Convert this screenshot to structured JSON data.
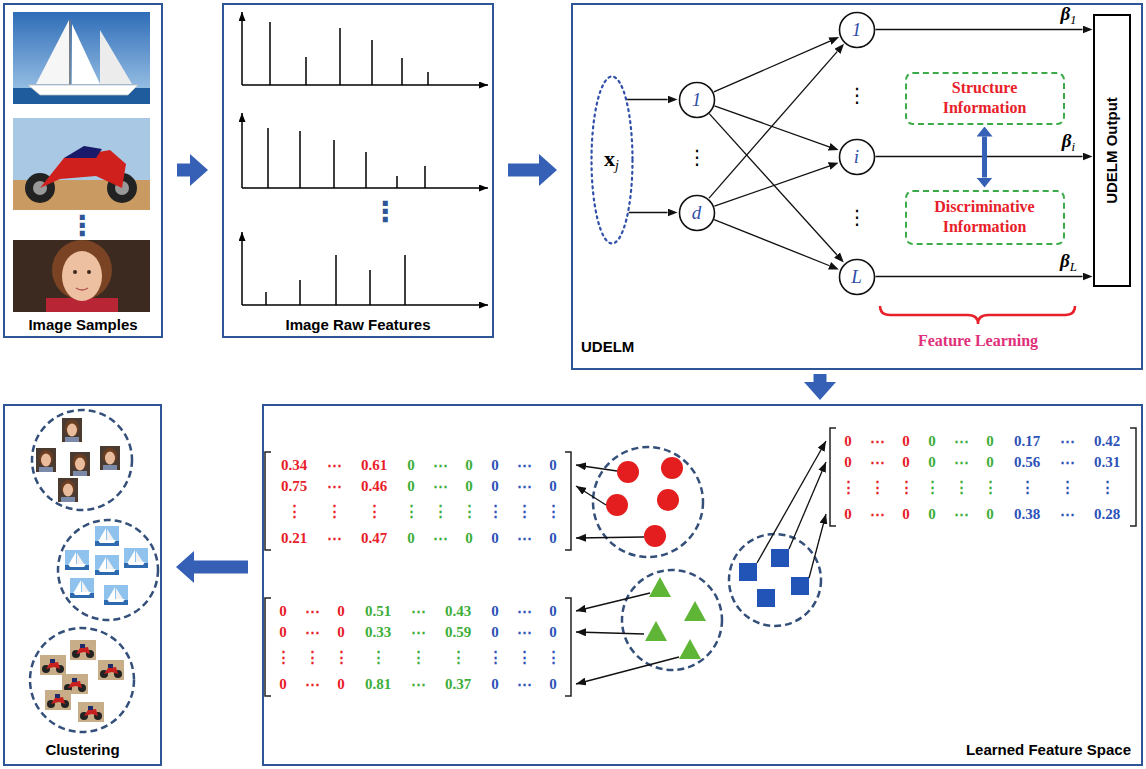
{
  "diagram": {
    "nodes": [
      {
        "text": [
          "Image Samples"
        ]
      },
      {
        "text": [
          "Image Raw Features"
        ]
      },
      {
        "text": [
          "UDELM"
        ]
      },
      {
        "text": [
          "xj"
        ],
        "in": 2
      },
      {
        "text": [
          "1"
        ],
        "in": 2
      },
      {
        "text": [
          "d"
        ],
        "in": 2
      },
      {
        "text": [
          "1"
        ],
        "in": 2
      },
      {
        "text": [
          "Structure Information"
        ],
        "in": 2
      },
      {
        "text": [
          "i"
        ],
        "in": 2
      },
      {
        "text": [
          "Discriminative Information"
        ],
        "in": 2
      },
      {
        "text": [
          "L"
        ],
        "in": 2
      },
      {
        "text": [
          "UDELM Output"
        ],
        "in": 2
      },
      {
        "text": [
          "Clustering"
        ]
      },
      {
        "text": [
          "Learned Feature Space"
        ]
      }
    ],
    "edges": [
      {
        "from": 0,
        "to": 1,
        "arrow": "to"
      },
      {
        "from": 1,
        "to": 2,
        "arrow": "to"
      },
      {
        "from": 2,
        "to": 13,
        "arrow": "to"
      },
      {
        "from": 13,
        "to": 12,
        "arrow": "to"
      },
      {
        "from": 3,
        "to": 4,
        "arrow": "to"
      },
      {
        "from": 3,
        "to": 5,
        "arrow": "to"
      },
      {
        "from": 4,
        "to": 6,
        "arrow": "to"
      },
      {
        "from": 4,
        "to": 8,
        "arrow": "to"
      },
      {
        "from": 4,
        "to": 10,
        "arrow": "to"
      },
      {
        "from": 5,
        "to": 6,
        "arrow": "to"
      },
      {
        "from": 5,
        "to": 8,
        "arrow": "to"
      },
      {
        "from": 5,
        "to": 10,
        "arrow": "to"
      },
      {
        "from": 6,
        "to": 11,
        "arrow": "to",
        "label": "β1"
      },
      {
        "from": 8,
        "to": 11,
        "arrow": "to",
        "label": "βi"
      },
      {
        "from": 10,
        "to": 11,
        "arrow": "to",
        "label": "βL"
      },
      {
        "from": 7,
        "to": 9,
        "arrow": "both"
      }
    ],
    "labels": [
      "Feature Learning",
      "⋮",
      "⋮",
      "⋮",
      "⋮",
      "⋮",
      "0.34",
      "⋯",
      "0.61",
      "0",
      "⋯",
      "0",
      "0",
      "⋯",
      "0",
      "0.75",
      "⋯",
      "0.46",
      "0",
      "⋯",
      "0",
      "0",
      "⋯",
      "0",
      "⋮",
      "⋮",
      "⋮",
      "⋮",
      "⋮",
      "⋮",
      "⋮",
      "⋮",
      "⋮",
      "0.21",
      "⋯",
      "0.47",
      "0",
      "⋯",
      "0",
      "0",
      "⋯",
      "0",
      "0",
      "⋯",
      "0",
      "0",
      "⋯",
      "0",
      "0.17",
      "⋯",
      "0.42",
      "0",
      "⋯",
      "0",
      "0",
      "⋯",
      "0",
      "0.56",
      "⋯",
      "0.31",
      "⋮",
      "⋮",
      "⋮",
      "⋮",
      "⋮",
      "⋮",
      "⋮",
      "⋮",
      "⋮",
      "0",
      "⋯",
      "0",
      "0",
      "⋯",
      "0",
      "0.38",
      "⋯",
      "0.28",
      "0",
      "⋯",
      "0",
      "0.51",
      "⋯",
      "0.43",
      "0",
      "⋯",
      "0",
      "0",
      "⋯",
      "0",
      "0.33",
      "⋯",
      "0.59",
      "0",
      "⋯",
      "0",
      "⋮",
      "⋮",
      "⋮",
      "⋮",
      "⋮",
      "⋮",
      "⋮",
      "⋮",
      "⋮",
      "0",
      "⋯",
      "0",
      "0.81",
      "⋯",
      "0.37",
      "0",
      "⋯",
      "0"
    ]
  }
}
